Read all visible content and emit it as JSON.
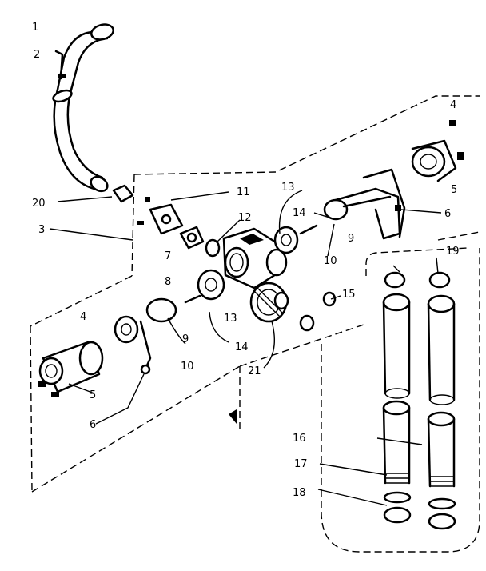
{
  "diagram": {
    "labels": [
      {
        "id": "l1",
        "text": "1"
      },
      {
        "id": "l2",
        "text": "2"
      },
      {
        "id": "l3",
        "text": "3"
      },
      {
        "id": "l4a",
        "text": "4"
      },
      {
        "id": "l4b",
        "text": "4"
      },
      {
        "id": "l5a",
        "text": "5"
      },
      {
        "id": "l5b",
        "text": "5"
      },
      {
        "id": "l6a",
        "text": "6"
      },
      {
        "id": "l6b",
        "text": "6"
      },
      {
        "id": "l7",
        "text": "7"
      },
      {
        "id": "l8",
        "text": "8"
      },
      {
        "id": "l9a",
        "text": "9"
      },
      {
        "id": "l9b",
        "text": "9"
      },
      {
        "id": "l10a",
        "text": "10"
      },
      {
        "id": "l10b",
        "text": "10"
      },
      {
        "id": "l11",
        "text": "11"
      },
      {
        "id": "l12",
        "text": "12"
      },
      {
        "id": "l13a",
        "text": "13"
      },
      {
        "id": "l13b",
        "text": "13"
      },
      {
        "id": "l14a",
        "text": "14"
      },
      {
        "id": "l14b",
        "text": "14"
      },
      {
        "id": "l15",
        "text": "15"
      },
      {
        "id": "l16",
        "text": "16"
      },
      {
        "id": "l17",
        "text": "17"
      },
      {
        "id": "l18",
        "text": "18"
      },
      {
        "id": "l19",
        "text": "19"
      },
      {
        "id": "l20",
        "text": "20"
      },
      {
        "id": "l21",
        "text": "21"
      }
    ]
  }
}
